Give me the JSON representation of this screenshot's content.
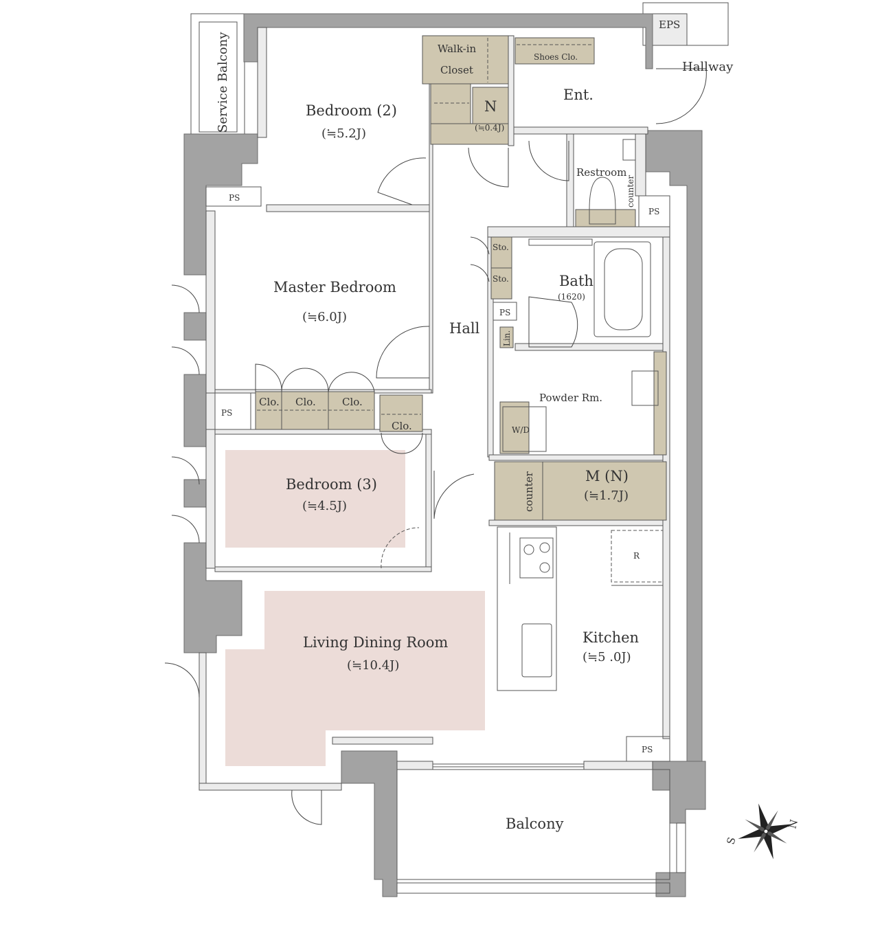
{
  "plan": {
    "rooms": {
      "bedroom2": {
        "name": "Bedroom (2)",
        "size": "(≒5.2J)"
      },
      "walkin": {
        "line1": "Walk-in",
        "line2": "Closet"
      },
      "n_closet": {
        "name": "N",
        "size": "(≒0.4J)"
      },
      "shoes": "Shoes Clo.",
      "entrance": "Ent.",
      "restroom": "Restroom",
      "counter_restroom": "counter",
      "master": {
        "name": "Master Bedroom",
        "size": "(≒6.0J)"
      },
      "hall": "Hall",
      "sto1": "Sto.",
      "sto2": "Sto.",
      "lin": "Lin.",
      "bath": {
        "name": "Bath",
        "size": "(1620)"
      },
      "powder": "Powder Rm.",
      "wd": "W/D",
      "mn": {
        "name": "M (N)",
        "size": "(≒1.7J)"
      },
      "counter_mn": "counter",
      "clo": [
        "Clo.",
        "Clo.",
        "Clo.",
        "Clo."
      ],
      "bedroom3": {
        "name": "Bedroom (3)",
        "size": "(≒4.5J)"
      },
      "living": {
        "name": "Living Dining Room",
        "size": "(≒10.4J)"
      },
      "kitchen": {
        "name": "Kitchen",
        "size": "(≒5 .0J)"
      },
      "fridge": "R",
      "balcony": "Balcony",
      "service_balcony": "Service Balcony",
      "eps": "EPS",
      "hallway": "Hallway",
      "ps": [
        "PS",
        "PS",
        "PS",
        "PS",
        "PS"
      ]
    },
    "compass": {
      "north": "N",
      "south": "S"
    },
    "colors": {
      "wall": "#a3a3a3",
      "storage": "#cfc7b0",
      "highlight": "#ecdcd8"
    }
  }
}
